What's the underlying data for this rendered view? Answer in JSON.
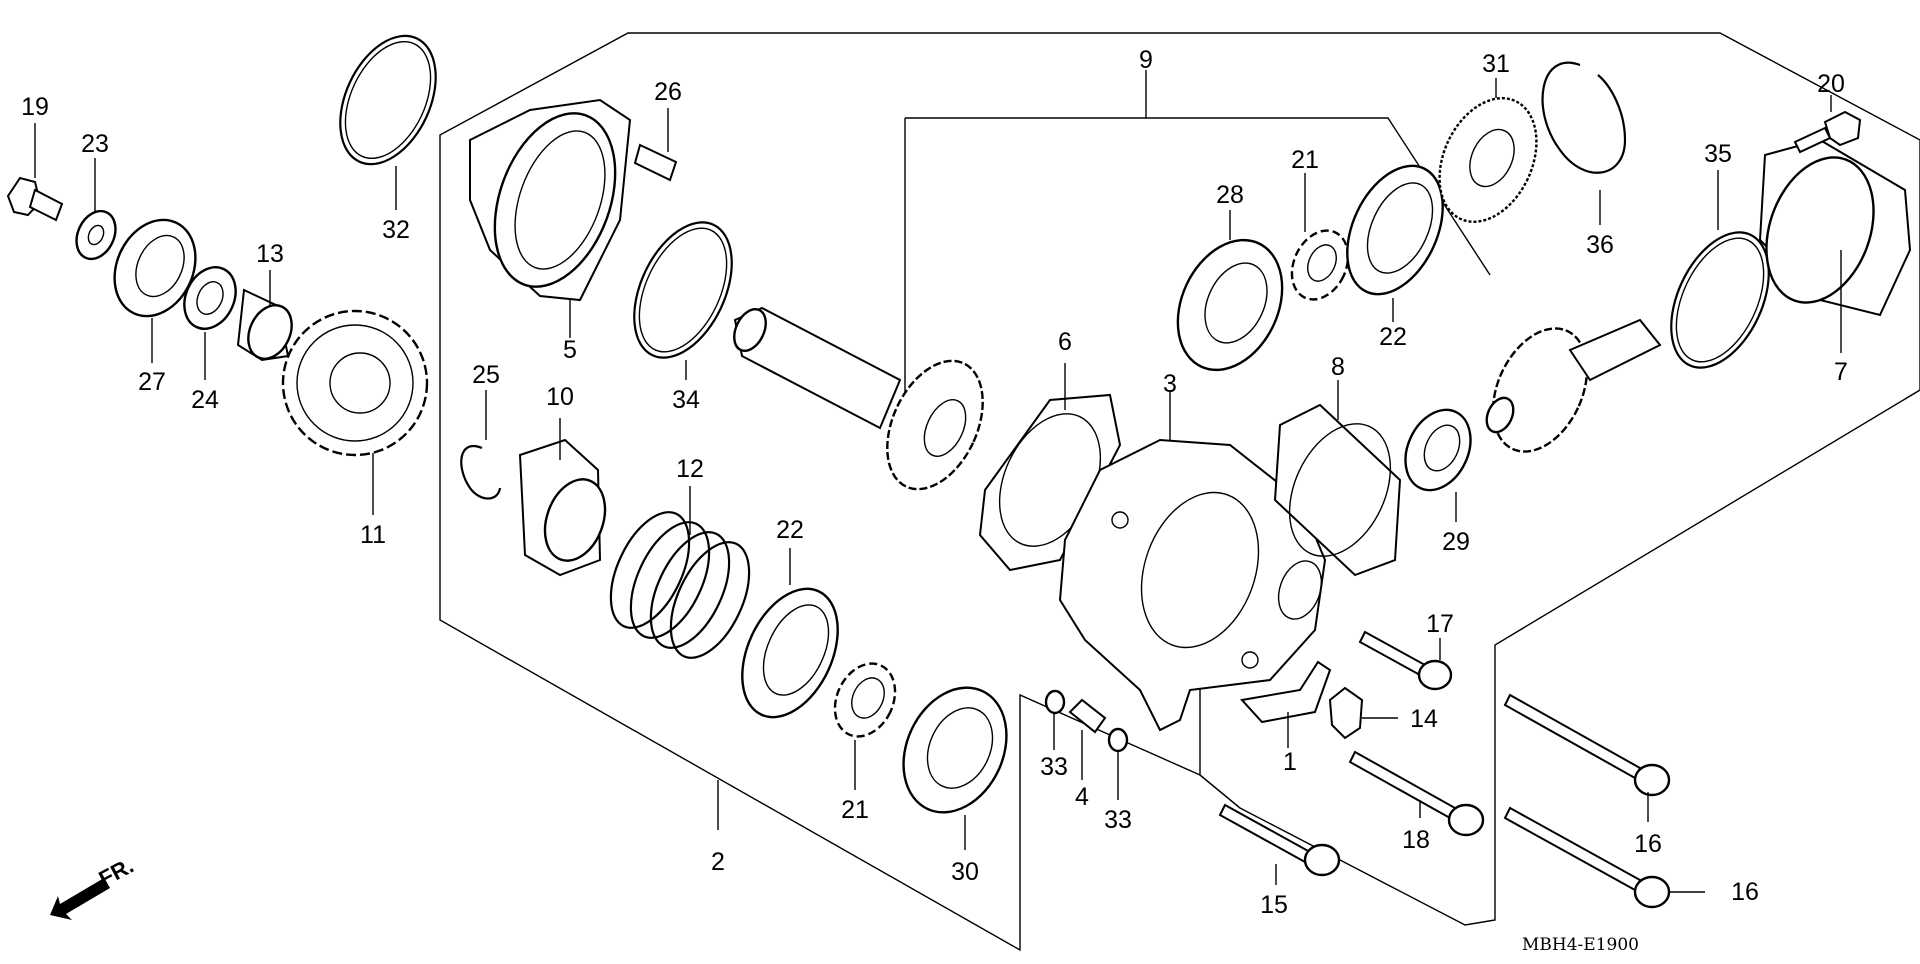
{
  "diagram": {
    "drawing_code": "MBH4-E1900",
    "front_indicator": "FR.",
    "callouts": [
      {
        "id": "1",
        "text": "1"
      },
      {
        "id": "2",
        "text": "2"
      },
      {
        "id": "3",
        "text": "3"
      },
      {
        "id": "4",
        "text": "4"
      },
      {
        "id": "5",
        "text": "5"
      },
      {
        "id": "6",
        "text": "6"
      },
      {
        "id": "7",
        "text": "7"
      },
      {
        "id": "8",
        "text": "8"
      },
      {
        "id": "9",
        "text": "9"
      },
      {
        "id": "10",
        "text": "10"
      },
      {
        "id": "11",
        "text": "11"
      },
      {
        "id": "12",
        "text": "12"
      },
      {
        "id": "13",
        "text": "13"
      },
      {
        "id": "14",
        "text": "14"
      },
      {
        "id": "15",
        "text": "15"
      },
      {
        "id": "16a",
        "text": "16"
      },
      {
        "id": "16b",
        "text": "16"
      },
      {
        "id": "17",
        "text": "17"
      },
      {
        "id": "18",
        "text": "18"
      },
      {
        "id": "19",
        "text": "19"
      },
      {
        "id": "20",
        "text": "20"
      },
      {
        "id": "21a",
        "text": "21"
      },
      {
        "id": "21b",
        "text": "21"
      },
      {
        "id": "22a",
        "text": "22"
      },
      {
        "id": "22b",
        "text": "22"
      },
      {
        "id": "23",
        "text": "23"
      },
      {
        "id": "24",
        "text": "24"
      },
      {
        "id": "25",
        "text": "25"
      },
      {
        "id": "26",
        "text": "26"
      },
      {
        "id": "27",
        "text": "27"
      },
      {
        "id": "28",
        "text": "28"
      },
      {
        "id": "29",
        "text": "29"
      },
      {
        "id": "30",
        "text": "30"
      },
      {
        "id": "31",
        "text": "31"
      },
      {
        "id": "32",
        "text": "32"
      },
      {
        "id": "33a",
        "text": "33"
      },
      {
        "id": "33b",
        "text": "33"
      },
      {
        "id": "34",
        "text": "34"
      },
      {
        "id": "35",
        "text": "35"
      },
      {
        "id": "36",
        "text": "36"
      }
    ]
  }
}
